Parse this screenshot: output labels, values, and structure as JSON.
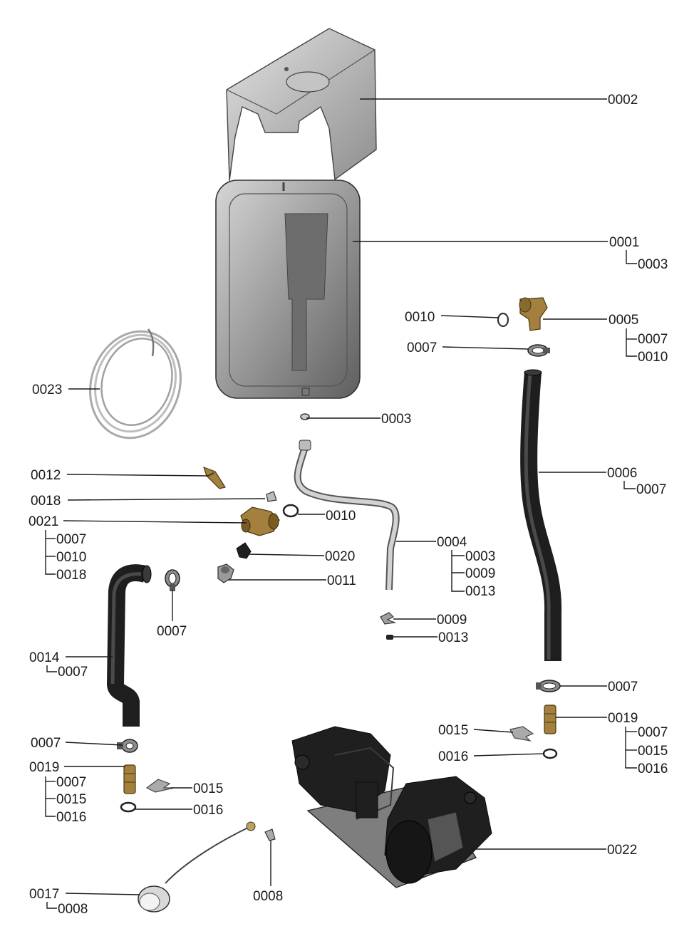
{
  "callouts": [
    {
      "id": "c0002",
      "text": "0002"
    },
    {
      "id": "c0001",
      "text": "0001"
    },
    {
      "id": "c0001s",
      "text": "0003"
    },
    {
      "id": "c0010a",
      "text": "0010"
    },
    {
      "id": "c0005",
      "text": "0005"
    },
    {
      "id": "c0005s1",
      "text": "0007"
    },
    {
      "id": "c0005s2",
      "text": "0010"
    },
    {
      "id": "c0007a",
      "text": "0007"
    },
    {
      "id": "c0023",
      "text": "0023"
    },
    {
      "id": "c0003",
      "text": "0003"
    },
    {
      "id": "c0006",
      "text": "0006"
    },
    {
      "id": "c0006s",
      "text": "0007"
    },
    {
      "id": "c0012",
      "text": "0012"
    },
    {
      "id": "c0018",
      "text": "0018"
    },
    {
      "id": "c0010b",
      "text": "0010"
    },
    {
      "id": "c0021",
      "text": "0021"
    },
    {
      "id": "c0021s1",
      "text": "0007"
    },
    {
      "id": "c0021s2",
      "text": "0010"
    },
    {
      "id": "c0021s3",
      "text": "0018"
    },
    {
      "id": "c0004",
      "text": "0004"
    },
    {
      "id": "c0004s1",
      "text": "0003"
    },
    {
      "id": "c0004s2",
      "text": "0009"
    },
    {
      "id": "c0004s3",
      "text": "0013"
    },
    {
      "id": "c0020",
      "text": "0020"
    },
    {
      "id": "c0011",
      "text": "0011"
    },
    {
      "id": "c0009",
      "text": "0009"
    },
    {
      "id": "c0013",
      "text": "0013"
    },
    {
      "id": "c0007b",
      "text": "0007"
    },
    {
      "id": "c0014",
      "text": "0014"
    },
    {
      "id": "c0014s",
      "text": "0007"
    },
    {
      "id": "c0007c",
      "text": "0007"
    },
    {
      "id": "c0019a",
      "text": "0019"
    },
    {
      "id": "c0019as1",
      "text": "0007"
    },
    {
      "id": "c0019as2",
      "text": "0015"
    },
    {
      "id": "c0019as3",
      "text": "0016"
    },
    {
      "id": "c0015a",
      "text": "0015"
    },
    {
      "id": "c0016a",
      "text": "0016"
    },
    {
      "id": "c0007d",
      "text": "0007"
    },
    {
      "id": "c0019b",
      "text": "0019"
    },
    {
      "id": "c0019bs1",
      "text": "0007"
    },
    {
      "id": "c0019bs2",
      "text": "0015"
    },
    {
      "id": "c0019bs3",
      "text": "0016"
    },
    {
      "id": "c0015b",
      "text": "0015"
    },
    {
      "id": "c0016b",
      "text": "0016"
    },
    {
      "id": "c0022",
      "text": "0022"
    },
    {
      "id": "c0008",
      "text": "0008"
    },
    {
      "id": "c0017",
      "text": "0017"
    },
    {
      "id": "c0017s",
      "text": "0008"
    }
  ]
}
